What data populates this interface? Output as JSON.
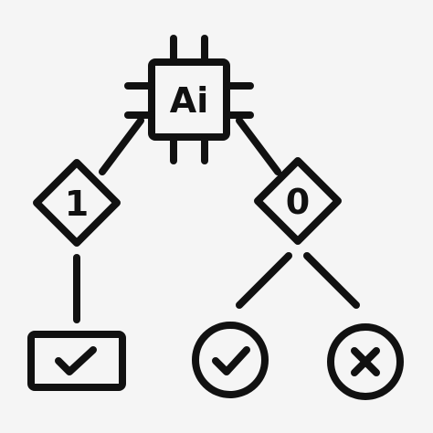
{
  "chip": {
    "label": "Ai",
    "icon": "ai-chip-icon"
  },
  "branches": [
    {
      "label": "1",
      "icon": "decision-diamond-icon"
    },
    {
      "label": "0",
      "icon": "decision-diamond-icon"
    }
  ],
  "outcomes": [
    {
      "icon": "checkmark-box-icon"
    },
    {
      "icon": "checkmark-circle-icon"
    },
    {
      "icon": "x-circle-icon"
    }
  ],
  "colors": {
    "stroke": "#111111",
    "background": "#f5f5f5"
  }
}
